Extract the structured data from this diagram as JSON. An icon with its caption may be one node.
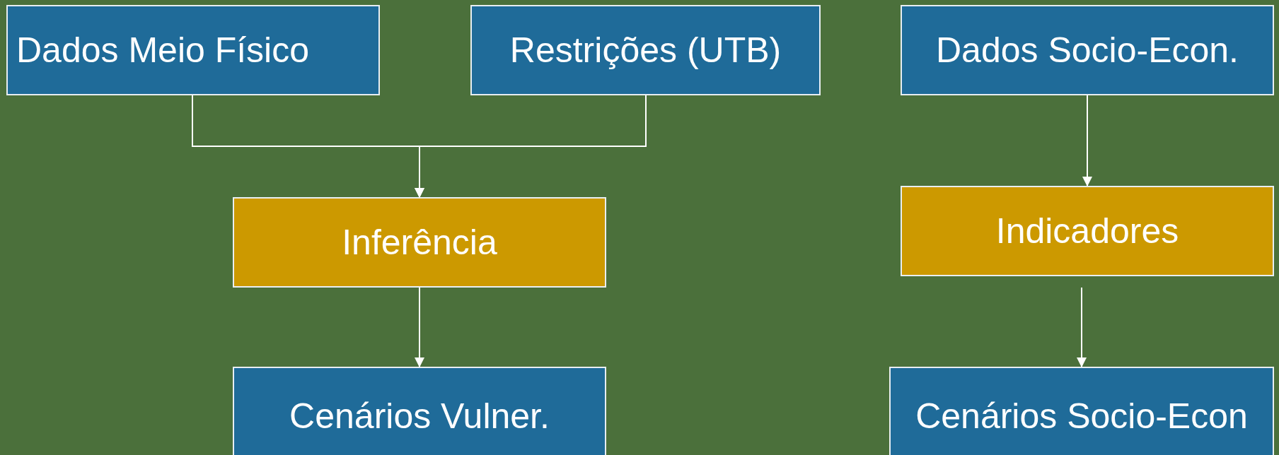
{
  "diagram": {
    "nodes": [
      {
        "text": [
          "Dados Meio Físico"
        ]
      },
      {
        "text": [
          "Restrições (UTB)"
        ]
      },
      {
        "text": [
          "Dados Socio-Econ."
        ]
      },
      {
        "text": [
          "Inferência"
        ]
      },
      {
        "text": [
          "Indicadores"
        ]
      },
      {
        "text": [
          "Cenários Vulner."
        ]
      },
      {
        "text": [
          "Cenários Socio-Econ"
        ]
      }
    ],
    "edges": [
      {
        "from": 0,
        "to": 3,
        "arrow": "to"
      },
      {
        "from": 1,
        "to": 3,
        "arrow": "to"
      },
      {
        "from": 2,
        "to": 4,
        "arrow": "to"
      },
      {
        "from": 3,
        "to": 5,
        "arrow": "to"
      },
      {
        "from": 4,
        "to": 6,
        "arrow": "to"
      }
    ]
  }
}
